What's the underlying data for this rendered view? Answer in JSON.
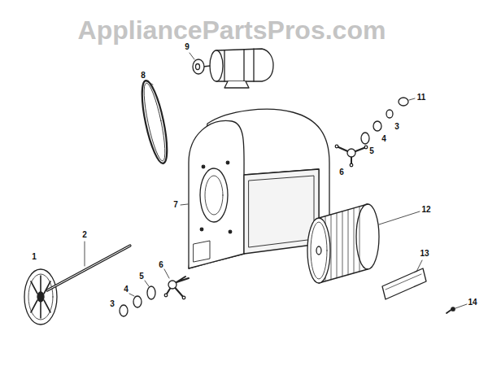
{
  "diagram": {
    "labels": [
      "AppliancePartsPros.com",
      "9",
      "8",
      "11",
      "3",
      "4",
      "5",
      "6",
      "7",
      "1",
      "2",
      "6",
      "5",
      "4",
      "3",
      "12",
      "13",
      "14"
    ]
  }
}
